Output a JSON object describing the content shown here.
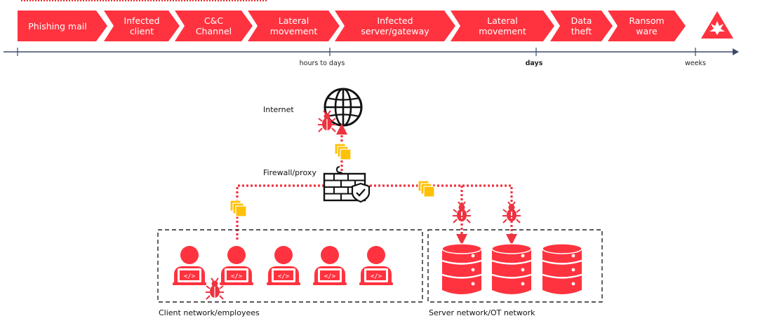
{
  "colors": {
    "accent": "#ff333f",
    "arrow_red": "#ee3340",
    "packet": "#ffc107",
    "timeline": "#3a4a6a",
    "dashed_box": "#222222"
  },
  "stages": [
    {
      "label": "Phishing mail"
    },
    {
      "label": "Infected\nclient"
    },
    {
      "label": "C&C\nChannel"
    },
    {
      "label": "Lateral\nmovement"
    },
    {
      "label": "Infected\nserver/gateway"
    },
    {
      "label": "Lateral\nmovement"
    },
    {
      "label": "Data\ntheft"
    },
    {
      "label": "Ransom\nware"
    }
  ],
  "end_icon": "explosion-warning-icon",
  "timeline": {
    "ticks": [
      {
        "label": "hours to days",
        "bold": false
      },
      {
        "label": "days",
        "bold": true
      },
      {
        "label": "weeks",
        "bold": false
      }
    ]
  },
  "labels": {
    "internet": "Internet",
    "firewall": "Firewall/proxy",
    "client_network": "Client network/employees",
    "server_network": "Server network/OT network"
  },
  "clients": [
    {
      "icon": "developer-laptop-icon",
      "infected": false
    },
    {
      "icon": "developer-laptop-icon",
      "infected": true
    },
    {
      "icon": "developer-laptop-icon",
      "infected": false
    },
    {
      "icon": "developer-laptop-icon",
      "infected": false
    },
    {
      "icon": "developer-laptop-icon",
      "infected": false
    }
  ],
  "servers": [
    {
      "icon": "database-icon"
    },
    {
      "icon": "database-icon"
    },
    {
      "icon": "database-icon"
    }
  ],
  "icons": {
    "internet": "globe-icon",
    "firewall": "firewall-shield-icon",
    "malware": "bug-icon",
    "packet": "data-packet-icon"
  }
}
